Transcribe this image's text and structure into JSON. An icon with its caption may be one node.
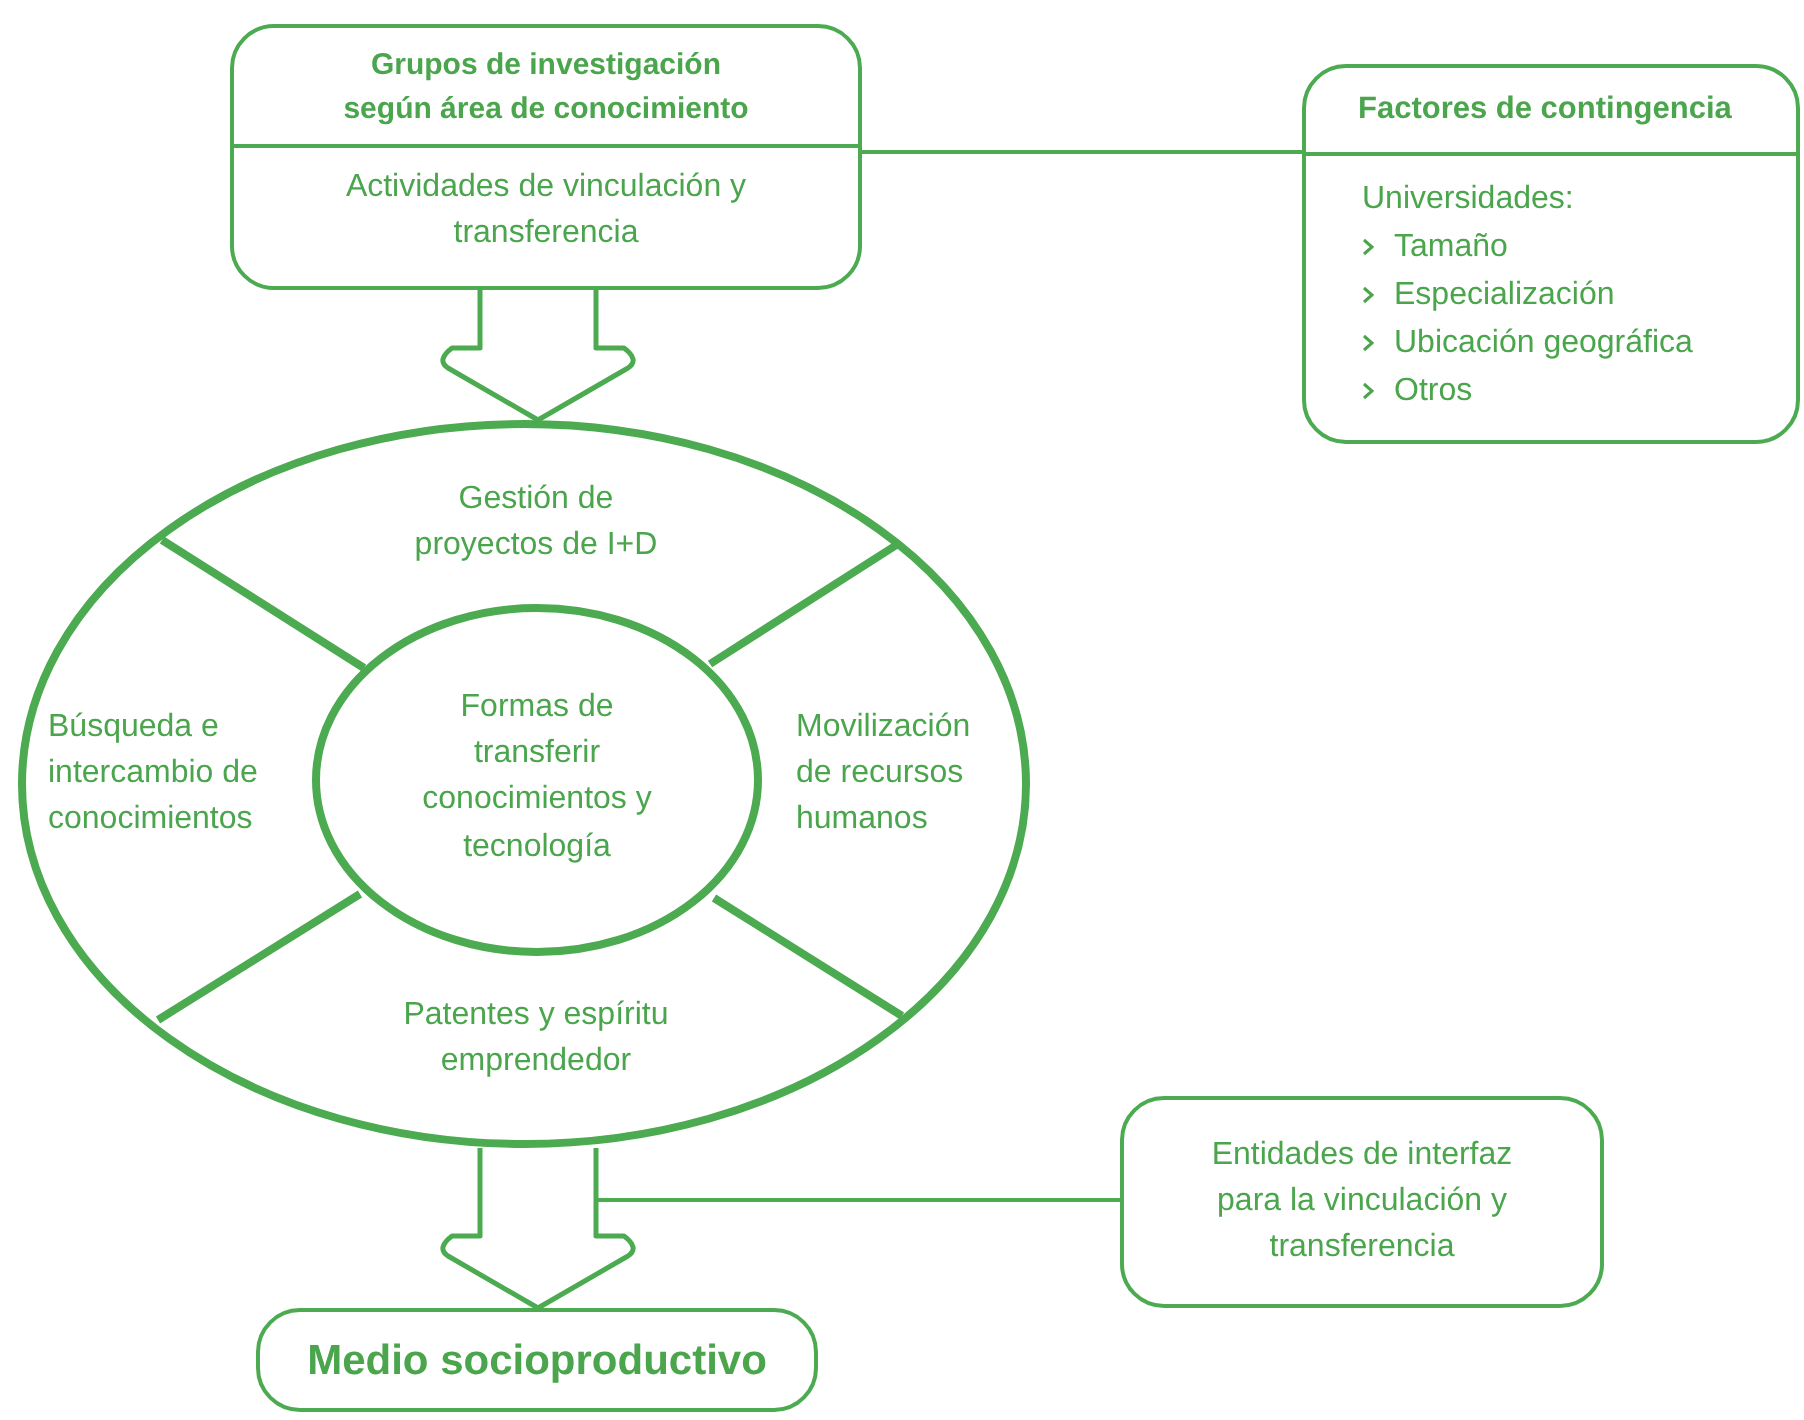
{
  "diagram": {
    "nodes": [
      {
        "text": [
          "Grupos de investigación según área de conocimiento",
          "Actividades de vinculación y transferencia"
        ]
      },
      {
        "text": [
          "Factores de contingencia",
          "Universidades:",
          "Tamaño",
          "Especialización",
          "Ubicación geográfica",
          "Otros"
        ]
      },
      {
        "text": [],
        "shape": "circle"
      },
      {
        "text": [
          "Gestión de proyectos de I+D"
        ],
        "in": 2
      },
      {
        "text": [
          "Búsqueda e intercambio de conocimientos"
        ],
        "in": 2
      },
      {
        "text": [
          "Formas de transferir conocimientos y tecnología"
        ],
        "in": 2
      },
      {
        "text": [
          "Movilización de recursos humanos"
        ],
        "in": 2
      },
      {
        "text": [
          "Patentes y espíritu emprendedor"
        ],
        "in": 2
      },
      {
        "text": [
          "Entidades de interfaz para la vinculación y transferencia"
        ]
      },
      {
        "text": [
          "Medio socioproductivo"
        ]
      }
    ],
    "edges": [
      {
        "from": 0,
        "to": 1,
        "arrow": "none"
      },
      {
        "from": 0,
        "to": 2,
        "arrow": "to",
        "style": "thick"
      },
      {
        "from": 2,
        "to": 9,
        "arrow": "to",
        "style": "thick"
      },
      {
        "from": 8,
        "to": null,
        "arrow": "none"
      }
    ]
  }
}
